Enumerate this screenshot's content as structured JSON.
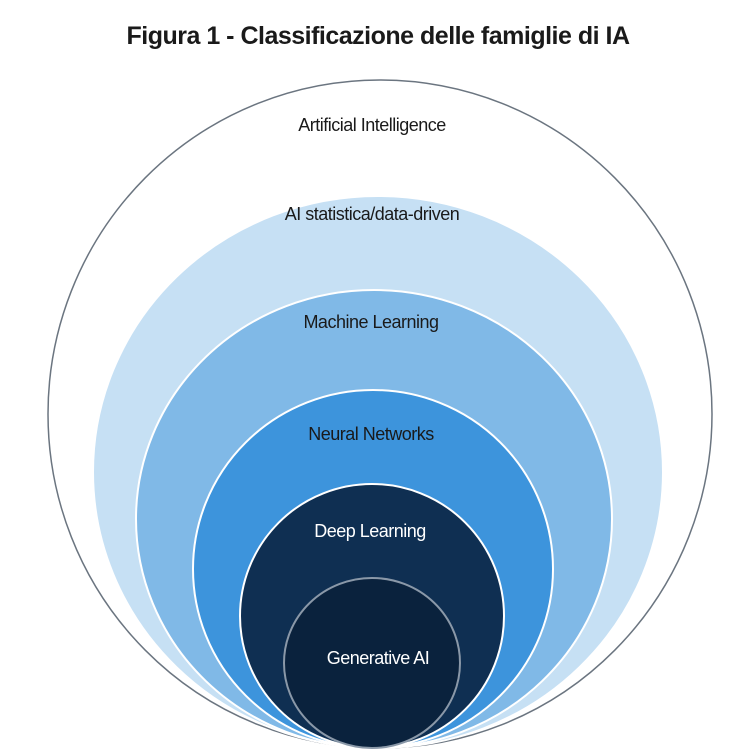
{
  "title": "Figura 1 - Classificazione delle famiglie di IA",
  "layers": [
    {
      "label": "Artificial Intelligence",
      "fill": "#ffffff",
      "stroke": "#6b7580",
      "text_color": "#1a1a1a"
    },
    {
      "label": "AI statistica/data-driven",
      "fill": "#c6e0f4",
      "stroke": "#ffffff",
      "text_color": "#1a1a1a"
    },
    {
      "label": "Machine Learning",
      "fill": "#80b9e7",
      "stroke": "#ffffff",
      "text_color": "#1a1a1a"
    },
    {
      "label": "Neural Networks",
      "fill": "#3d94dc",
      "stroke": "#ffffff",
      "text_color": "#1a1a1a"
    },
    {
      "label": "Deep Learning",
      "fill": "#0f2f52",
      "stroke": "#ffffff",
      "text_color": "#ffffff"
    },
    {
      "label": "Generative AI",
      "fill": "#0a223d",
      "stroke": "#8a98a8",
      "text_color": "#ffffff"
    }
  ]
}
